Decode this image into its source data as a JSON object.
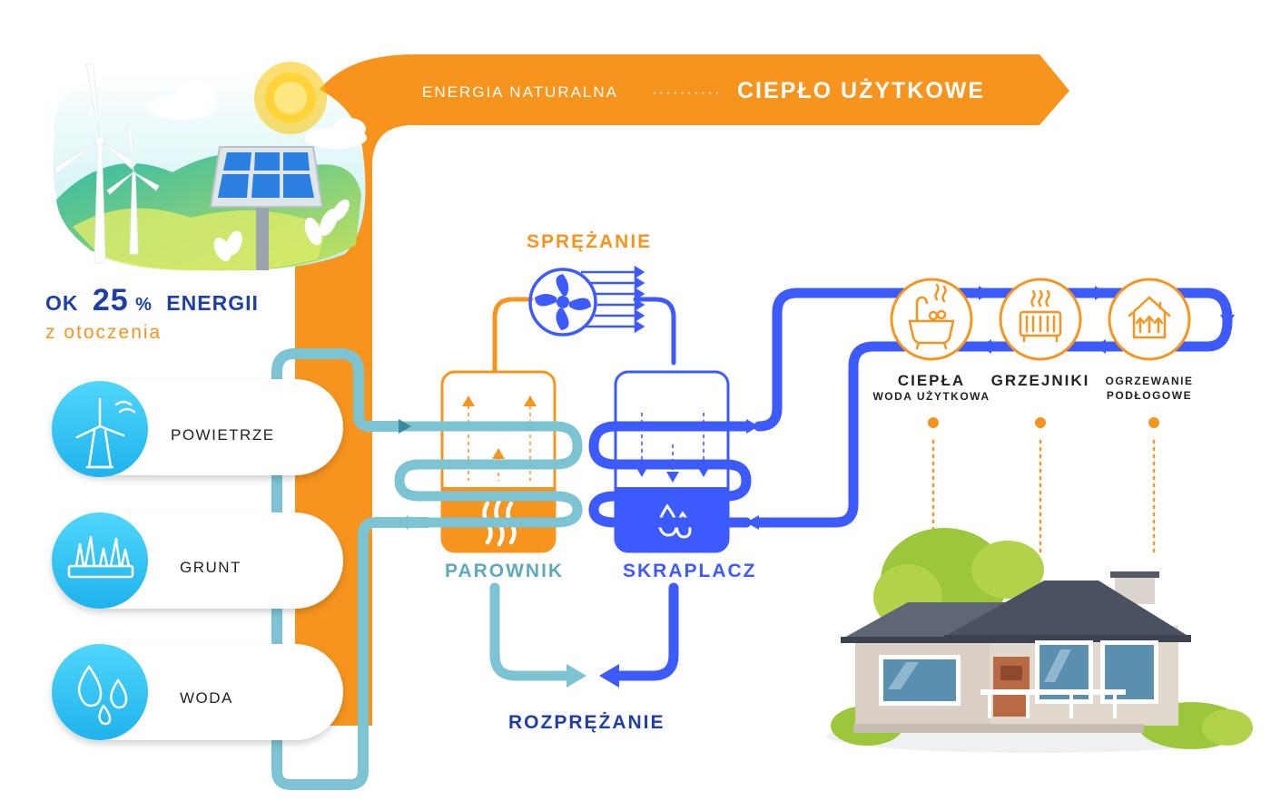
{
  "banner": {
    "left_text": "ENERGIA NATURALNA",
    "dots": "··········",
    "right_text": "CIEPŁO UŻYTKOWE"
  },
  "energy_share": {
    "prefix": "OK",
    "percent": "25",
    "percent_sign": "%",
    "suffix": "ENERGII",
    "subtitle": "z otoczenia"
  },
  "sources": [
    {
      "label": "POWIETRZE",
      "icon": "wind-turbine-icon"
    },
    {
      "label": "GRUNT",
      "icon": "grass-soil-icon"
    },
    {
      "label": "WODA",
      "icon": "water-drops-icon"
    }
  ],
  "process": {
    "compression": "SPRĘŻANIE",
    "evaporator": "PAROWNIK",
    "condenser": "SKRAPLACZ",
    "expansion": "ROZPRĘŻANIE"
  },
  "destinations": [
    {
      "line1": "CIEPŁA",
      "line2": "WODA UŻYTKOWA",
      "icon": "bathtub-icon"
    },
    {
      "line1": "GRZEJNIKI",
      "line2": "",
      "icon": "radiator-icon"
    },
    {
      "line1": "OGRZEWANIE",
      "line2": "PODŁOGOWE",
      "icon": "floor-heating-house-icon"
    }
  ],
  "colors": {
    "orange": "#F7941D",
    "blue": "#3D5AFE",
    "teal": "#7CC3D4",
    "navy": "#1E3FA8",
    "cyan": "#29C5F6"
  }
}
